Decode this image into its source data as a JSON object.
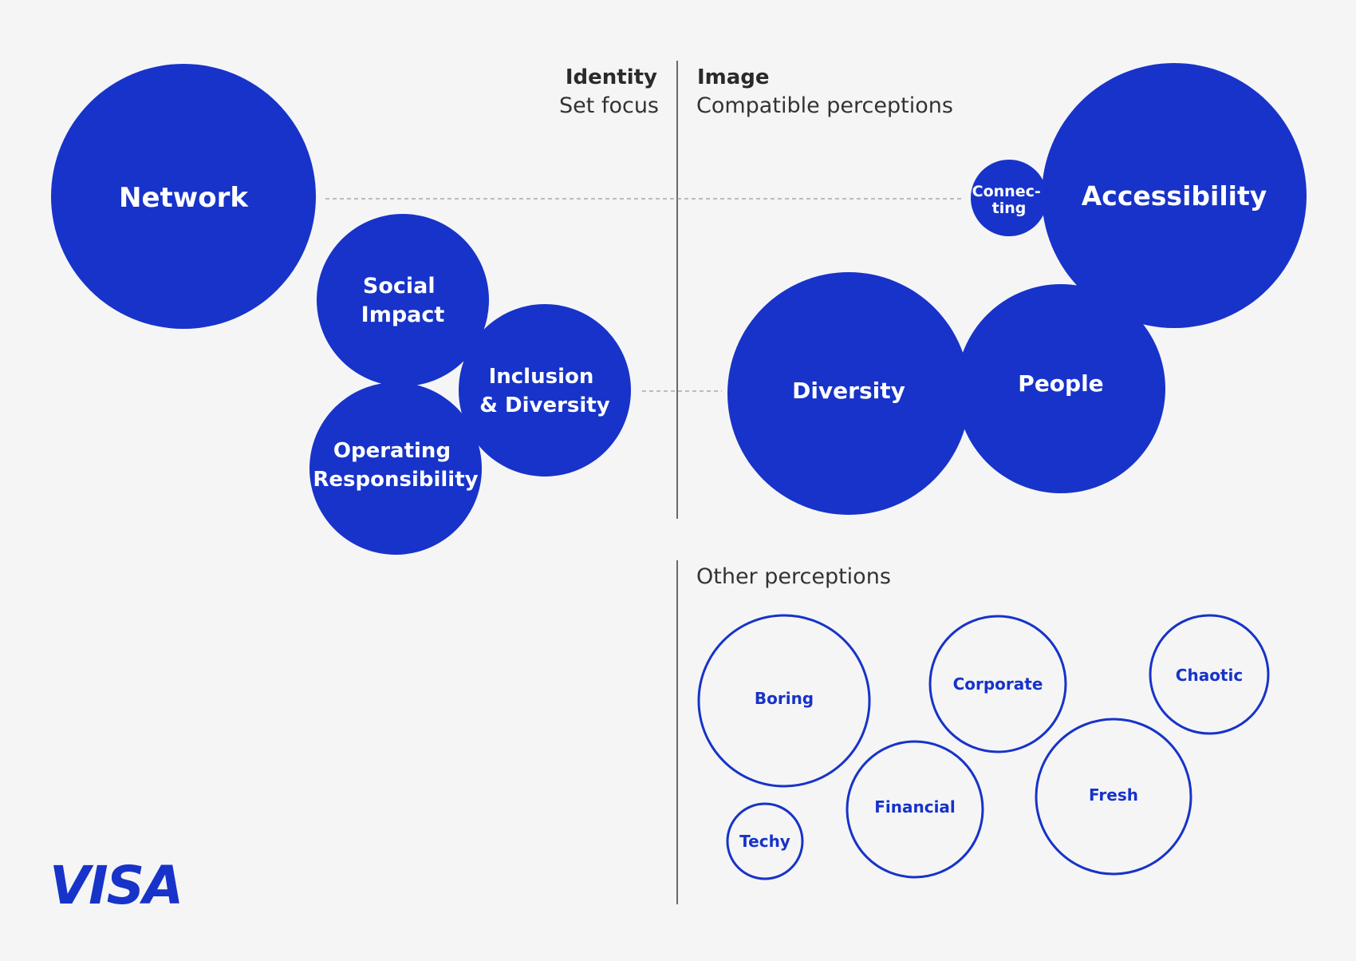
{
  "colors": {
    "background": "#f5f5f5",
    "brand_blue": "#1733c9",
    "divider": "#3a3a3a",
    "dashed": "#9a9a9a"
  },
  "headers": {
    "identity_title": "Identity",
    "identity_subtitle": "Set focus",
    "image_title": "Image",
    "image_subtitle": "Compatible perceptions",
    "other_title": "Other perceptions"
  },
  "identity_bubbles": [
    {
      "id": "network",
      "lines": [
        "Network"
      ]
    },
    {
      "id": "social-impact",
      "lines": [
        "Social",
        "Impact"
      ]
    },
    {
      "id": "inclusion-diversity",
      "lines": [
        "Inclusion",
        "& Diversity"
      ]
    },
    {
      "id": "operating-responsibility",
      "lines": [
        "Operating",
        "Responsibility"
      ]
    }
  ],
  "image_bubbles": [
    {
      "id": "connecting",
      "lines": [
        "Connec-",
        "ting"
      ]
    },
    {
      "id": "accessibility",
      "lines": [
        "Accessibility"
      ]
    },
    {
      "id": "diversity",
      "lines": [
        "Diversity"
      ]
    },
    {
      "id": "people",
      "lines": [
        "People"
      ]
    }
  ],
  "other_bubbles": [
    {
      "id": "boring",
      "lines": [
        "Boring"
      ]
    },
    {
      "id": "corporate",
      "lines": [
        "Corporate"
      ]
    },
    {
      "id": "chaotic",
      "lines": [
        "Chaotic"
      ]
    },
    {
      "id": "financial",
      "lines": [
        "Financial"
      ]
    },
    {
      "id": "fresh",
      "lines": [
        "Fresh"
      ]
    },
    {
      "id": "techy",
      "lines": [
        "Techy"
      ]
    }
  ],
  "logo": {
    "text": "VISA"
  }
}
